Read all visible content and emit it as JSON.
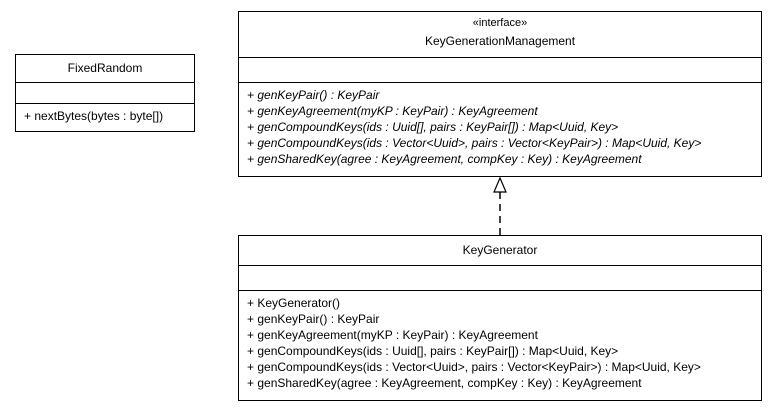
{
  "classes": {
    "fixed_random": {
      "name": "FixedRandom",
      "operations": [
        "+ nextBytes(bytes : byte[])"
      ]
    },
    "key_generation_management": {
      "stereotype": "«interface»",
      "name": "KeyGenerationManagement",
      "operations": [
        "+ genKeyPair() : KeyPair",
        "+ genKeyAgreement(myKP : KeyPair) : KeyAgreement",
        "+ genCompoundKeys(ids : Uuid[], pairs : KeyPair[]) : Map<Uuid, Key>",
        "+ genCompoundKeys(ids : Vector<Uuid>, pairs : Vector<KeyPair>) : Map<Uuid, Key>",
        "+ genSharedKey(agree : KeyAgreement, compKey : Key) : KeyAgreement"
      ]
    },
    "key_generator": {
      "name": "KeyGenerator",
      "operations": [
        "+ KeyGenerator()",
        "+ genKeyPair() : KeyPair",
        "+ genKeyAgreement(myKP : KeyPair) : KeyAgreement",
        "+ genCompoundKeys(ids : Uuid[], pairs : KeyPair[]) : Map<Uuid, Key>",
        "+ genCompoundKeys(ids : Vector<Uuid>, pairs : Vector<KeyPair>) : Map<Uuid, Key>",
        "+ genSharedKey(agree : KeyAgreement, compKey : Key) : KeyAgreement"
      ]
    }
  },
  "relations": [
    {
      "type": "realization",
      "from": "KeyGenerator",
      "to": "KeyGenerationManagement"
    }
  ],
  "colors": {
    "line": "#000000",
    "background": "#ffffff"
  }
}
